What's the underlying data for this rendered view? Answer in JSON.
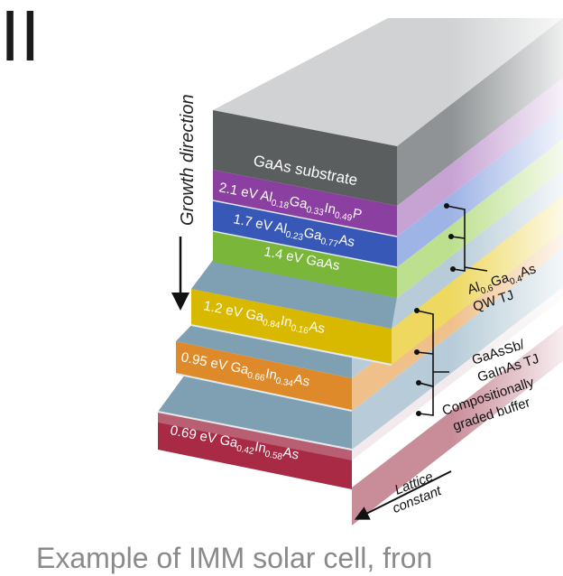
{
  "slide": {
    "heading_fragment": "II",
    "caption": "Example of IMM solar cell, fron"
  },
  "diagram": {
    "growth_direction_label": "Growth direction",
    "lattice_constant_label": [
      "Lattice",
      "constant"
    ],
    "layers": [
      {
        "id": "gaas-substrate",
        "label": "GaAs substrate",
        "color": "#5b5e5f"
      },
      {
        "id": "top-cell-2-1ev",
        "label": "2.1 eV Al0.18Ga0.33In0.49P",
        "color": "#8b3fa0"
      },
      {
        "id": "cell-1-7ev",
        "label": "1.7 eV Al0.23Ga0.77As",
        "color": "#3858b8"
      },
      {
        "id": "cell-1-4ev",
        "label": "1.4 eV GaAs",
        "color": "#7ab63a"
      },
      {
        "id": "cell-1-2ev",
        "label": "1.2 eV Ga0.84In0.16As",
        "color": "#d9b800"
      },
      {
        "id": "cell-0-95ev",
        "label": "0.95 eV Ga0.66In0.34As",
        "color": "#df8a2a"
      },
      {
        "id": "cell-0-69ev",
        "label": "0.69 eV Ga0.42In0.58As",
        "color": "#a82a45"
      }
    ],
    "callouts": [
      {
        "id": "algaas-qw-tj",
        "lines": [
          "Al0.6Ga0.4As",
          "QW TJ"
        ]
      },
      {
        "id": "gaassb-galnas-tj",
        "lines": [
          "GaAsSb/",
          "GaInAs TJ"
        ]
      },
      {
        "id": "graded-buffer",
        "lines": [
          "Compositionally",
          "graded buffer"
        ]
      }
    ],
    "colors": {
      "buffer": "#7f9fb3",
      "tunnel_junction": "#e4e9ec",
      "leader": "#111111",
      "label_text": "#ffffff"
    }
  }
}
